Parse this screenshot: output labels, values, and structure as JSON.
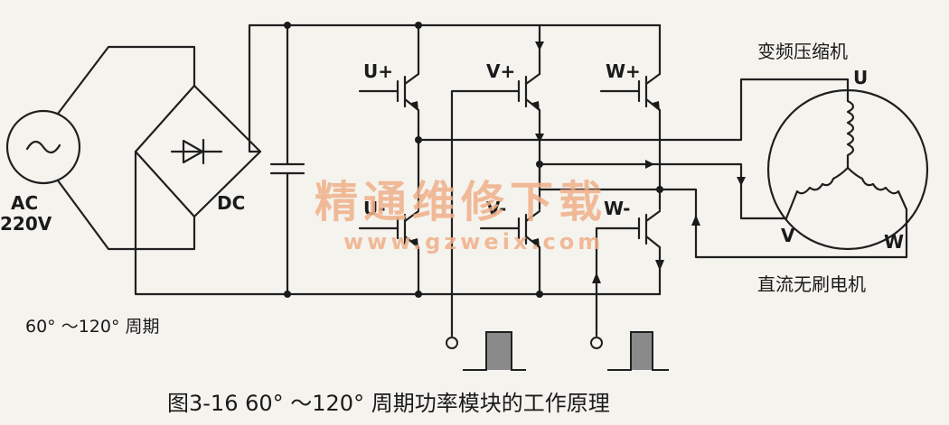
{
  "labels": {
    "ac": "AC",
    "ac_voltage": "220V",
    "dc": "DC",
    "u_plus": "U+",
    "v_plus": "V+",
    "w_plus": "W+",
    "u_minus": "U-",
    "v_minus": "V-",
    "w_minus": "W-",
    "compressor": "变频压缩机",
    "motor_u": "U",
    "motor_v": "V",
    "motor_w": "W",
    "bldc_motor": "直流无刷电机",
    "period_note": "60° ～120° 周期"
  },
  "caption": "图3-16   60° ～120° 周期功率模块的工作原理",
  "watermark": {
    "title": "精通维修下载",
    "url": "www.gzweix.com"
  }
}
